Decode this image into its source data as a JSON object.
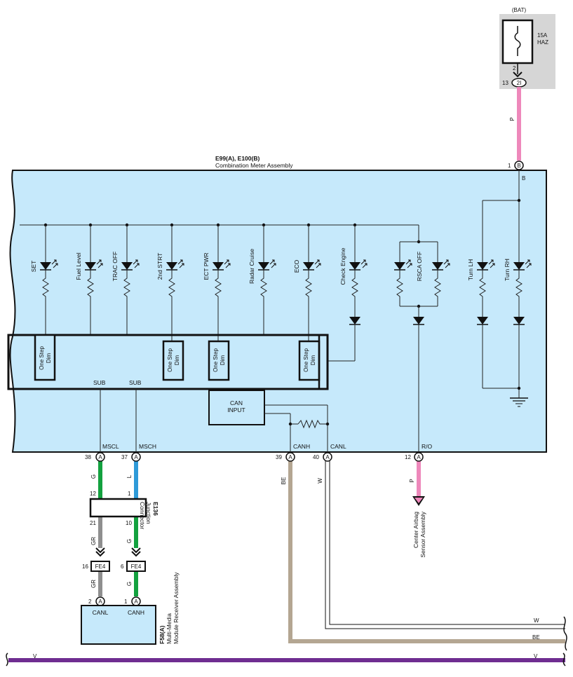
{
  "colors": {
    "meter_bg": "#c6e9fb",
    "bat_bg": "#d6d6d6",
    "module_bg": "#c6e9fb",
    "wire_pink": "#ee88bb",
    "wire_green": "#13a13f",
    "wire_blue": "#2e9ad8",
    "wire_gray": "#8f8f8f",
    "wire_beige": "#b4a692",
    "wire_purple": "#6f2d91"
  },
  "bat": {
    "label": "(BAT)",
    "fuse_rating": "15A",
    "fuse_name": "HAZ",
    "pin_top": "2",
    "pin_connector": "13",
    "connector_code": "2I"
  },
  "wire_p_label": "P",
  "meter": {
    "codes": "E99(A), E100(B)",
    "name": "Combination Meter Assembly",
    "b_pin": "1",
    "b_code": "B",
    "b_label": "B"
  },
  "indicators": [
    "SET",
    "Fuel Level",
    "TRAC OFF",
    "2nd STRT",
    "ECT PWR",
    "Radar Cruise",
    "ECO",
    "Check Engine",
    "RSCA OFF",
    "Turn LH",
    "Turn RH"
  ],
  "dim_label_1": "One Step",
  "dim_label_2": "Dim",
  "sub_label": "SUB",
  "can_input_1": "CAN",
  "can_input_2": "INPUT",
  "terminals": [
    {
      "name": "MSCL",
      "pin": "38",
      "code": "A",
      "wire": "G"
    },
    {
      "name": "MSCH",
      "pin": "37",
      "code": "A",
      "wire": "L"
    },
    {
      "name": "CANH",
      "pin": "39",
      "code": "A",
      "wire": "BE"
    },
    {
      "name": "CANL",
      "pin": "40",
      "code": "A",
      "wire": "W"
    },
    {
      "name": "R/O",
      "pin": "12",
      "code": "A",
      "wire": "P"
    }
  ],
  "airbag_1": "Center Airbag",
  "airbag_2": "Sensor Assembly",
  "junction": {
    "code": "E136",
    "name_1": "Junction",
    "name_2": "Connector",
    "pin_left_top": "12",
    "pin_right_top": "1",
    "pin_left_bottom": "21",
    "pin_right_bottom": "10",
    "wire_left": "GR",
    "wire_right": "G"
  },
  "fe4": {
    "code": "FE4",
    "pin_left": "16",
    "pin_right": "6"
  },
  "module": {
    "code": "F58(A)",
    "name_1": "Multi-Media",
    "name_2": "Module Receiver Assembly",
    "pin_left": "2",
    "pin_right": "1",
    "conn_code": "A",
    "label_left": "CANL",
    "label_right": "CANH",
    "wire_left": "GR",
    "wire_right": "G"
  },
  "bus_wires": {
    "w": "W",
    "be": "BE",
    "v": "V"
  }
}
